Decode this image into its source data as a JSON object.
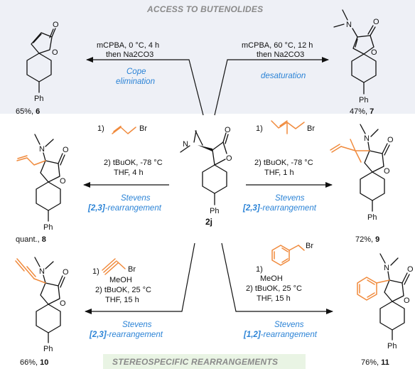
{
  "headers": {
    "top": "ACCESS TO BUTENOLIDES",
    "bottom": "STEREOSPECIFIC REARRANGEMENTS"
  },
  "colors": {
    "top_panel": "#eef0f6",
    "bottom_panel": "#e9f4e4",
    "reagent_highlight": "#f08a3c",
    "label_blue": "#2b83d6"
  },
  "center": {
    "compound": "2j"
  },
  "reactions": {
    "top_left": {
      "cond1": "mCPBA, 0 °C, 4 h",
      "cond2": "then Na2CO3",
      "label1": "Cope",
      "label2": "elimination",
      "yield": "65%, ",
      "compound": "6"
    },
    "top_right": {
      "cond1": "mCPBA, 60 °C, 12 h",
      "cond2": "then Na2CO3",
      "label1": "desaturation",
      "yield": "47%, ",
      "compound": "7"
    },
    "mid_left": {
      "step1": "1)",
      "step2": "2) tBuOK, -78 °C",
      "step3": "THF, 4 h",
      "label1": "Stevens",
      "label2_b": "[2,3]",
      "label2": "-rearrangement",
      "yield": "quant., ",
      "compound": "8"
    },
    "mid_right": {
      "step1": "1)",
      "step2": "2) tBuOK, -78 °C",
      "step3": "THF, 1 h",
      "label1": "Stevens",
      "label2_b": "[2,3]",
      "label2": "-rearrangement",
      "yield": "72%, ",
      "compound": "9"
    },
    "bot_left": {
      "step1": "1)",
      "step1b": "MeOH",
      "step2": "2) tBuOK, 25 °C",
      "step3": "THF, 15 h",
      "label1": "Stevens",
      "label2_b": "[2,3]",
      "label2": "-rearrangement",
      "yield": "66%, ",
      "compound": "10"
    },
    "bot_right": {
      "step1": "1)",
      "step1b": "MeOH",
      "step2": "2) tBuOK, 25 °C",
      "step3": "THF, 15 h",
      "label1": "Stevens",
      "label2_b": "[1,2]",
      "label2": "-rearrangement",
      "yield": "76%, ",
      "compound": "11"
    }
  },
  "atoms": {
    "O": "O",
    "N": "N",
    "Br": "Br",
    "Ph": "Ph"
  }
}
